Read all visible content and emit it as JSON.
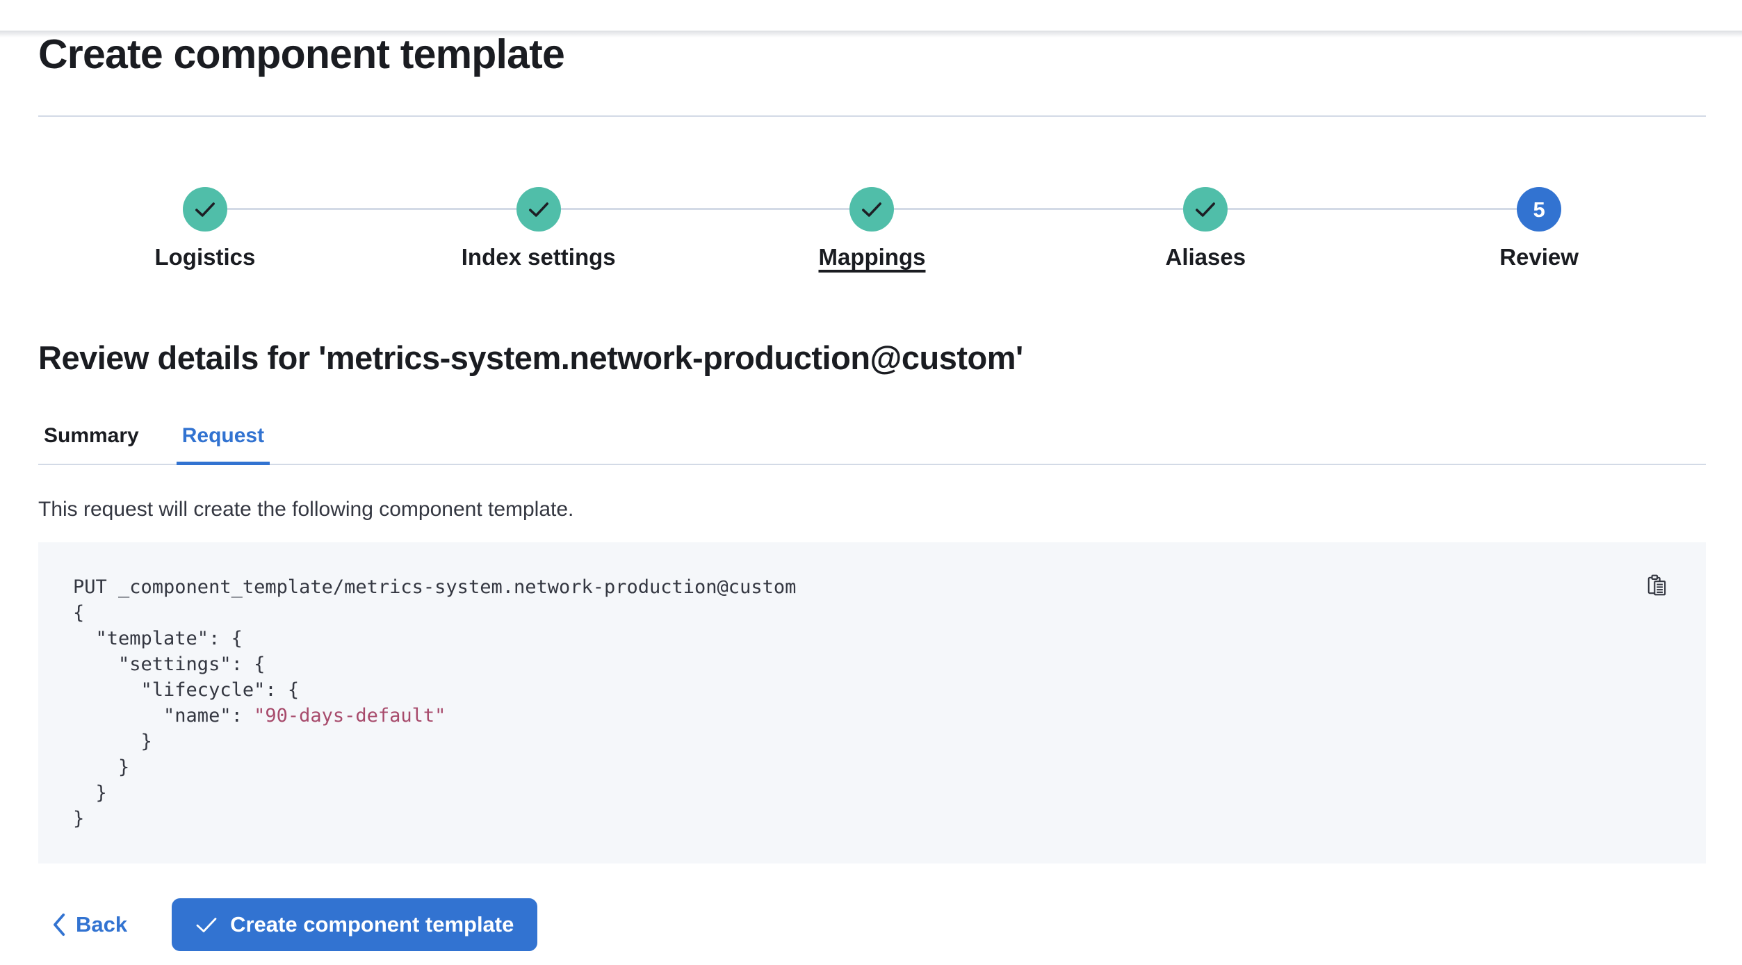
{
  "header": {
    "title": "Create component template"
  },
  "stepper": {
    "steps": [
      {
        "label": "Logistics",
        "status": "complete"
      },
      {
        "label": "Index settings",
        "status": "complete"
      },
      {
        "label": "Mappings",
        "status": "complete",
        "underlined": true
      },
      {
        "label": "Aliases",
        "status": "complete"
      },
      {
        "label": "Review",
        "status": "current",
        "number": "5"
      }
    ]
  },
  "review": {
    "heading": "Review details for 'metrics-system.network-production@custom'",
    "tabs": [
      {
        "label": "Summary",
        "active": false
      },
      {
        "label": "Request",
        "active": true
      }
    ],
    "description": "This request will create the following component template."
  },
  "code_block": {
    "lines": [
      "PUT _component_template/metrics-system.network-production@custom",
      "{",
      "  \"template\": {",
      "    \"settings\": {",
      "      \"lifecycle\": {",
      "        \"name\": ",
      "      }",
      "    }",
      "  }",
      "}"
    ],
    "string_value": "\"90-days-default\""
  },
  "footer": {
    "back_label": "Back",
    "create_label": "Create component template"
  },
  "icons": {
    "step_complete": "check-icon",
    "current_step_badge": "step-number-5",
    "copy": "copy-clipboard-icon",
    "back": "chevron-left-icon",
    "create": "check-icon"
  },
  "colors": {
    "accent_blue": "#3273d1",
    "success_teal": "#50bea9",
    "string_token": "#a74a6b",
    "divider": "#d3dae6",
    "code_background": "#f5f7fa",
    "title_text": "#1a1c21",
    "body_text": "#343741"
  }
}
